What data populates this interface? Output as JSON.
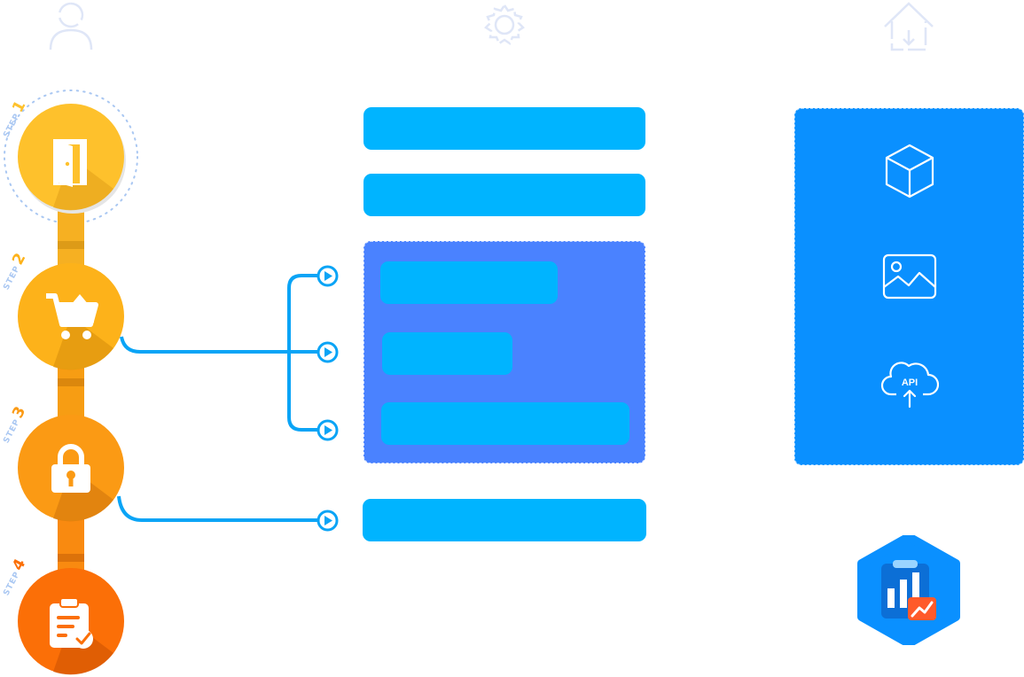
{
  "colors": {
    "accent_light_blue": "#00b4ff",
    "panel_center": "#4a82ff",
    "panel_right": "#0a90ff",
    "connector": "#0aa4f6",
    "step1": "#fec12c",
    "step2": "#fdb21a",
    "step3": "#fb9a14",
    "step4": "#fb6f07",
    "faint_icon": "#dfe6f7"
  },
  "steps": [
    {
      "word": "STEP",
      "number": "1",
      "icon": "door-icon"
    },
    {
      "word": "STEP",
      "number": "2",
      "icon": "cart-icon"
    },
    {
      "word": "STEP",
      "number": "3",
      "icon": "lock-icon"
    },
    {
      "word": "STEP",
      "number": "4",
      "icon": "clipboard-check-icon"
    }
  ],
  "top_icons": [
    "user-icon",
    "gear-icon",
    "home-icon"
  ],
  "right_panel_icons": [
    "cube-icon",
    "image-icon",
    "cloud-api-icon"
  ],
  "api_label": "API",
  "logo": "analytics-logo-icon"
}
